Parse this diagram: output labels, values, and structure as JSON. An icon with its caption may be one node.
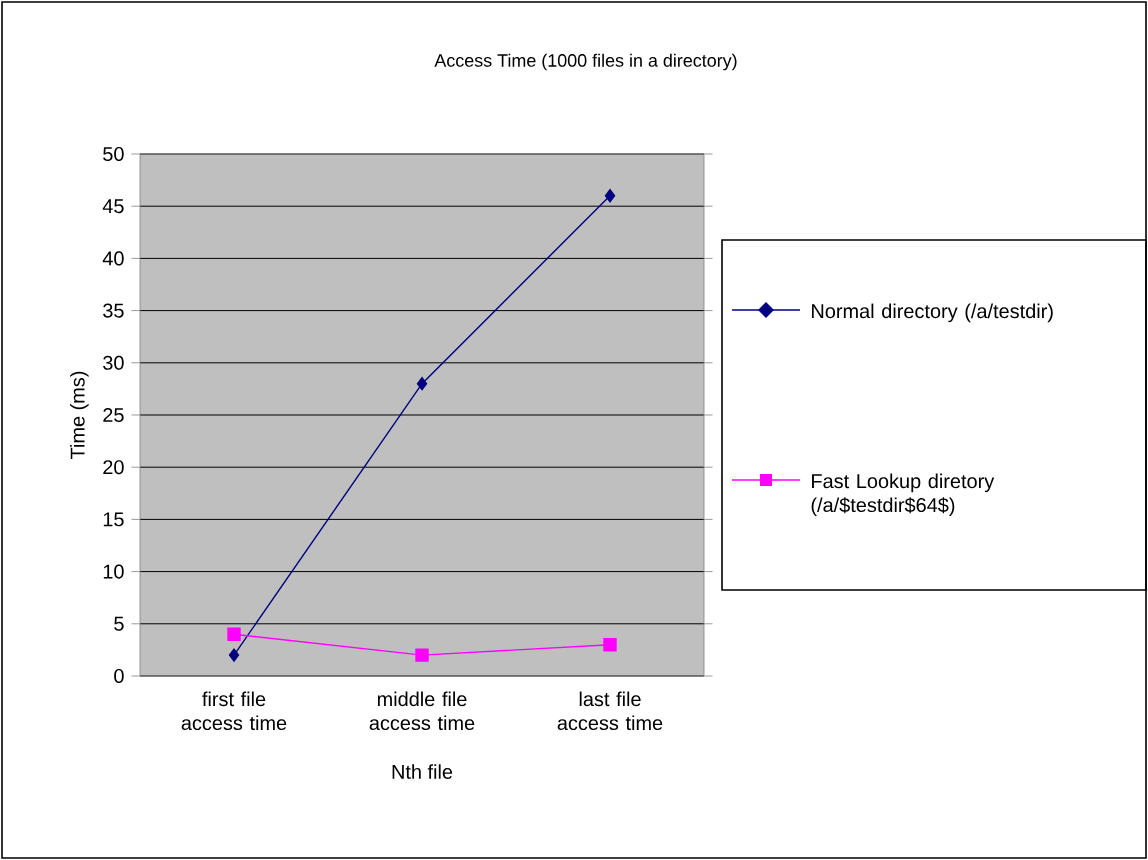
{
  "diagram": {
    "chart_data": {
      "type": "line",
      "title": "Access Time (1000 files in a directory)",
      "xlabel": "Nth file",
      "ylabel": "Time (ms)",
      "categories": [
        "first file access time",
        "middle file access time",
        "last file access time"
      ],
      "series": [
        {
          "name": "Normal directory (/a/testdir)",
          "color": "#000080",
          "marker": "diamond",
          "values": [
            2,
            28,
            46
          ]
        },
        {
          "name": "Fast Lookup diretory (/a/$testdir$64$)",
          "color": "#ff00ff",
          "marker": "square",
          "values": [
            4,
            2,
            3
          ]
        }
      ],
      "ylim": [
        0,
        50
      ],
      "yticks": [
        0,
        5,
        10,
        15,
        20,
        25,
        30,
        35,
        40,
        45,
        50
      ],
      "grid": true,
      "legend": true
    }
  }
}
